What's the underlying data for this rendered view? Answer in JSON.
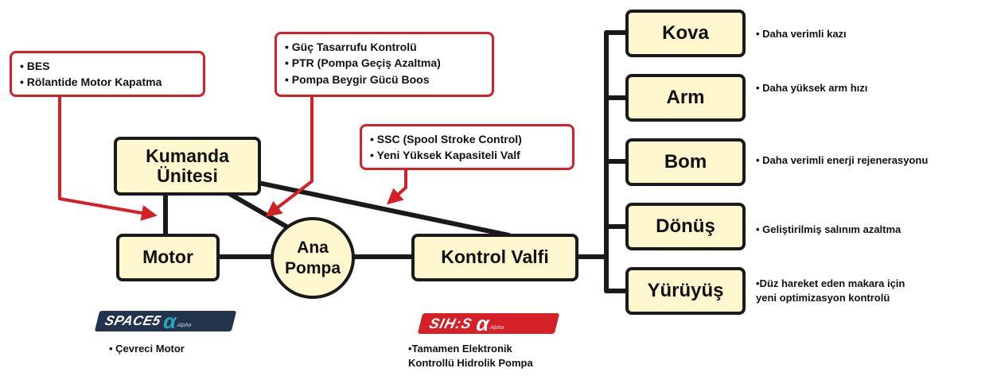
{
  "nodes": {
    "kumanda": [
      "Kumanda",
      "Ünitesi"
    ],
    "motor": "Motor",
    "pompa": [
      "Ana",
      "Pompa"
    ],
    "valf": "Kontrol Valfi",
    "outputs": [
      {
        "label": "Kova",
        "desc": [
          "• Daha verimli kazı"
        ]
      },
      {
        "label": "Arm",
        "desc": [
          "• Daha yüksek arm hızı"
        ]
      },
      {
        "label": "Bom",
        "desc": [
          "• Daha verimli enerji rejenerasyonu"
        ]
      },
      {
        "label": "Dönüş",
        "desc": [
          "• Geliştirilmiş salınım azaltma"
        ]
      },
      {
        "label": "Yürüyüş",
        "desc": [
          "•Düz hareket eden makara için",
          "yeni optimizasyon kontrolü"
        ]
      }
    ]
  },
  "notes": {
    "engine": [
      "• BES",
      "• Rölantide Motor Kapatma"
    ],
    "pump": [
      "• Güç Tasarrufu Kontrolü",
      "• PTR (Pompa Geçiş Azaltma)",
      "• Pompa Beygir Gücü Boos"
    ],
    "valve": [
      "• SSC (Spool Stroke Control)",
      "• Yeni Yüksek Kapasiteli Valf"
    ]
  },
  "brands": {
    "space5": {
      "name": "SPACE5",
      "mark": "α",
      "tag": "Alpha"
    },
    "sihs": {
      "name": "SIH:S",
      "mark": "α",
      "tag": "Alpha"
    }
  },
  "captions": {
    "motor": [
      "• Çevreci Motor"
    ],
    "pump": [
      "•Tamamen Elektronik",
      "Kontrollü Hidrolik Pompa"
    ]
  },
  "colors": {
    "box_fill": "#fff8cf",
    "line": "#1a1a1a",
    "callout": "#d42027",
    "space5_bg": "#22344d",
    "space5_accent": "#2aa8b9",
    "sihs_bg": "#d42027"
  }
}
